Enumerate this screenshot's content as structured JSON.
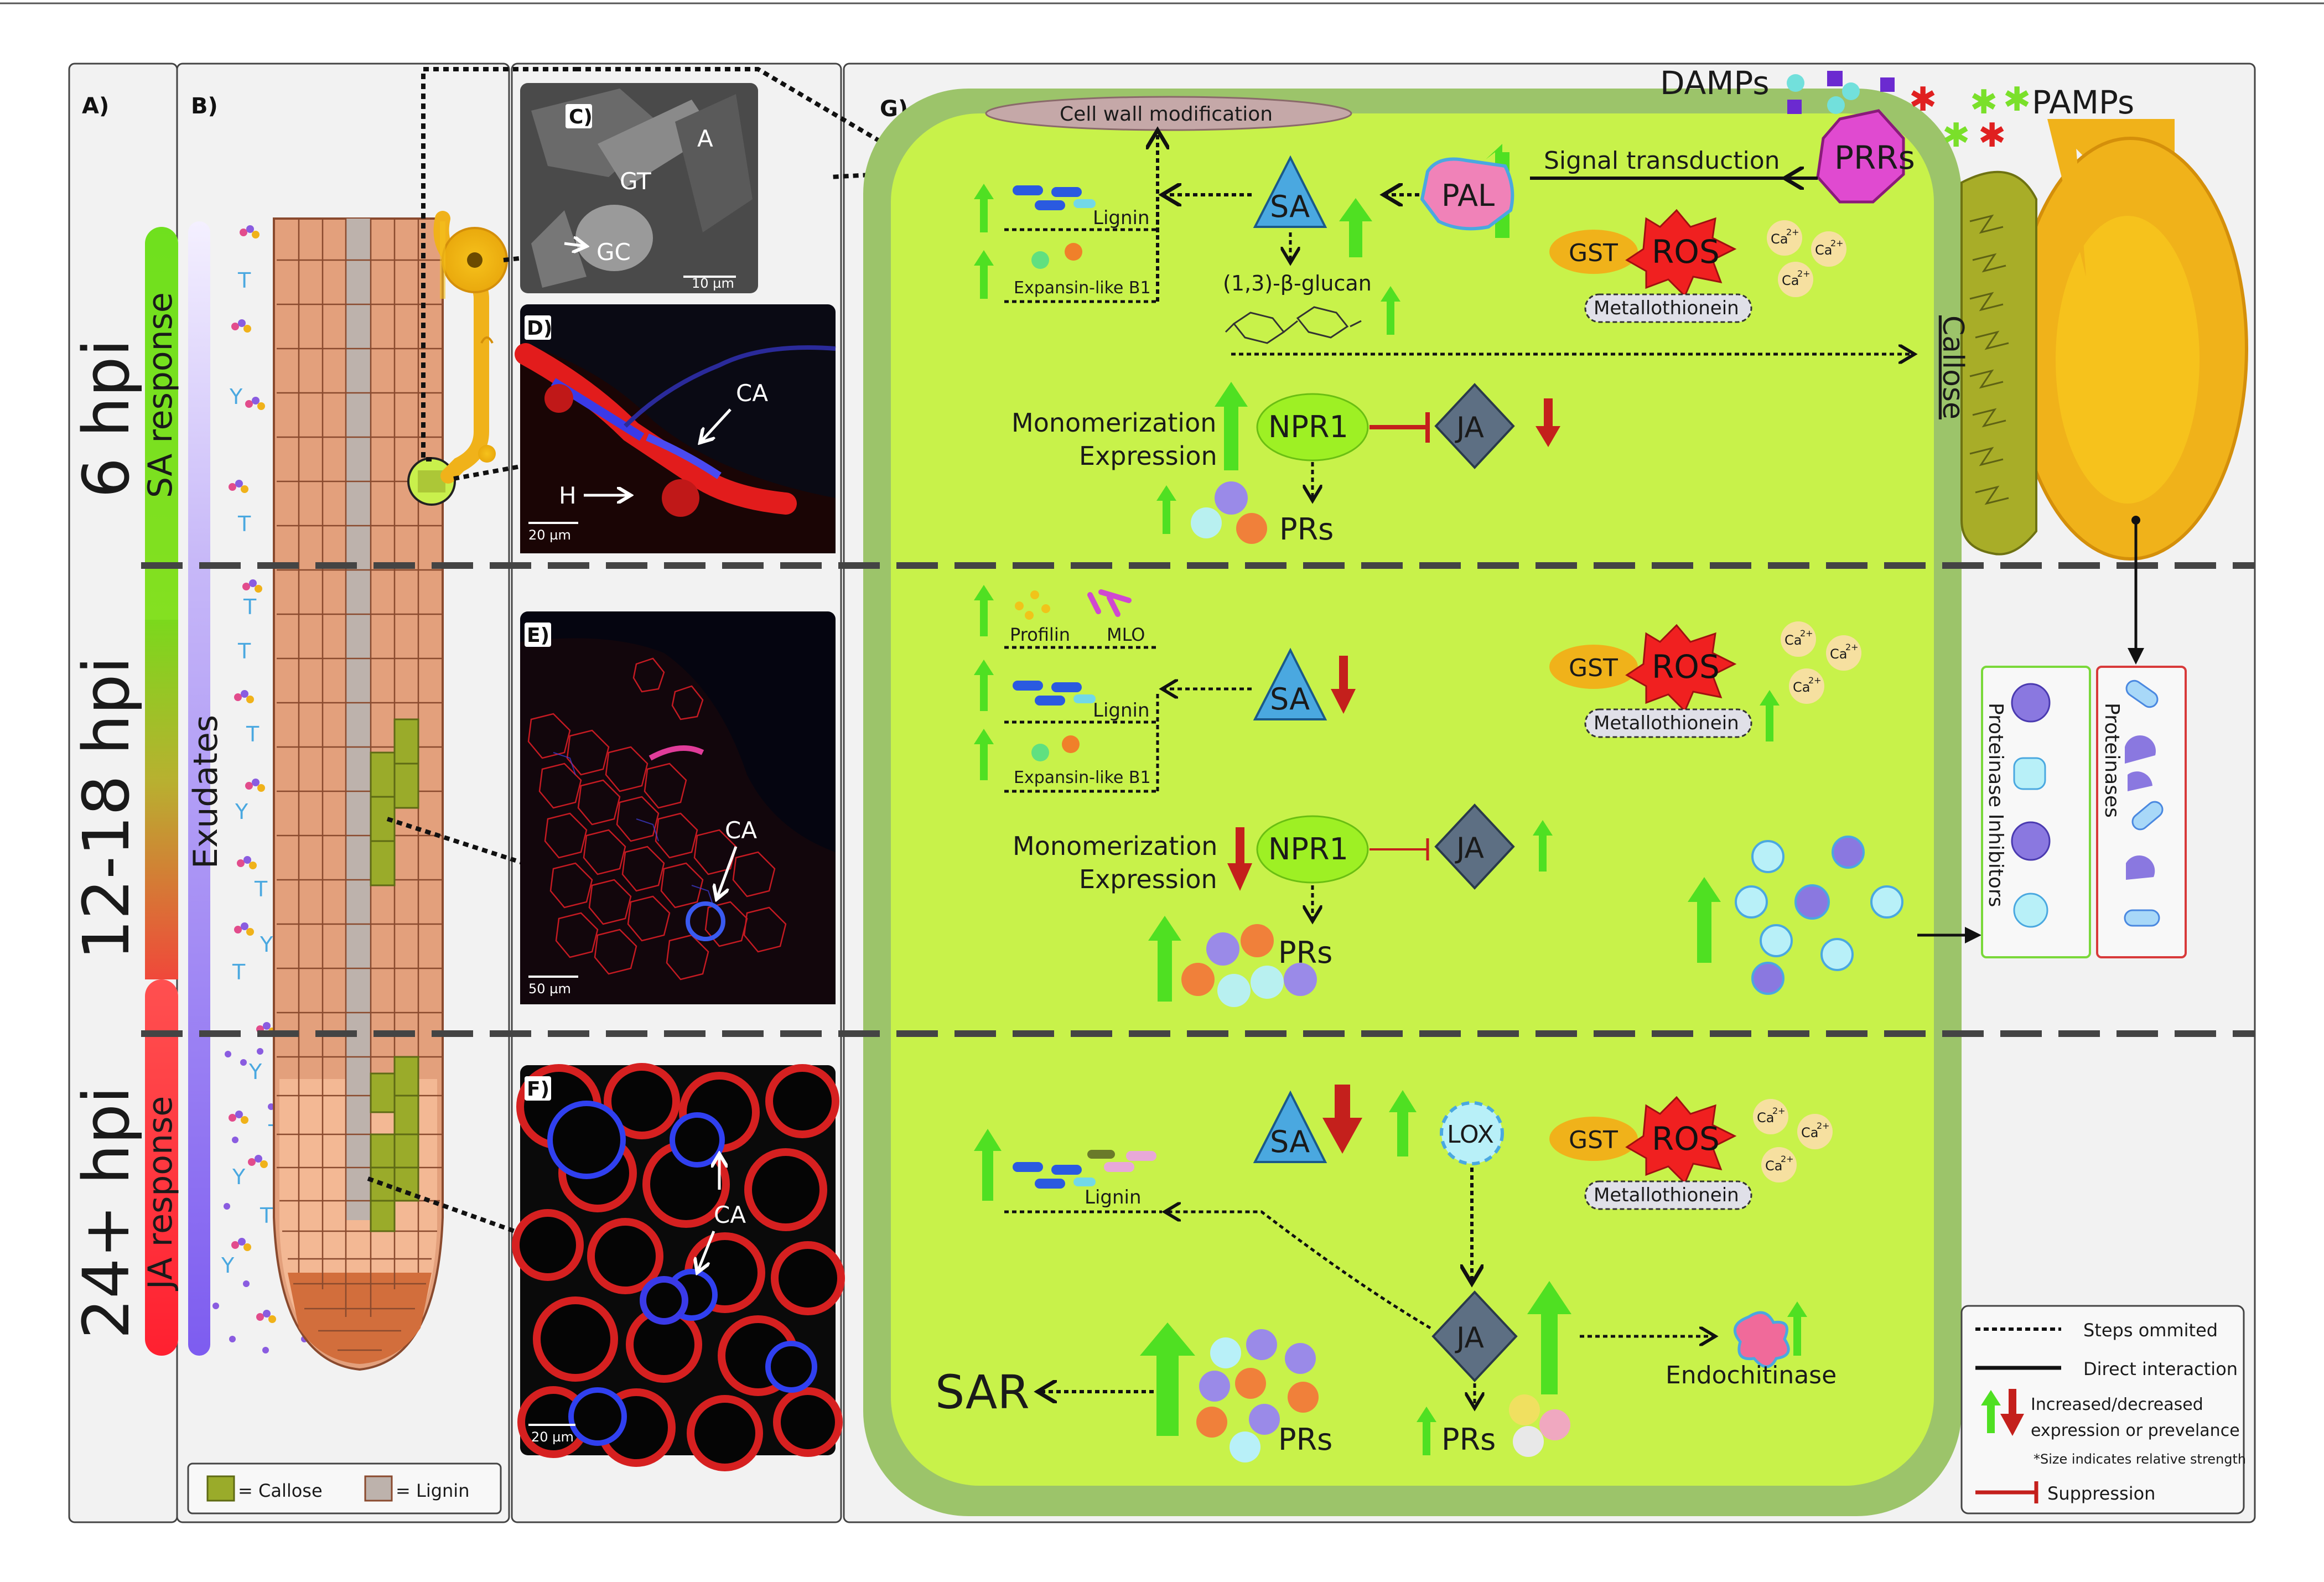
{
  "panels": {
    "a": "A)",
    "b": "B)",
    "c": "C)",
    "d": "D)",
    "e": "E)",
    "f": "F)",
    "g": "G)"
  },
  "timeline": {
    "stage1": "6 hpi",
    "stage2": "12-18 hpi",
    "stage3": "24+ hpi",
    "sa_response": "SA response",
    "ja_response": "JA response",
    "exudates": "Exudates"
  },
  "root_legend": {
    "callose": "= Callose",
    "lignin": "= Lignin"
  },
  "micro": {
    "c_a": "A",
    "c_gt": "GT",
    "c_gc": "GC",
    "c_scale": "10 µm",
    "d_ca": "CA",
    "d_h": "H",
    "d_scale": "20 µm",
    "e_ca": "CA",
    "e_scale": "50 µm",
    "f_ca": "CA",
    "f_scale": "20 µm"
  },
  "cell": {
    "damps": "DAMPs",
    "pamps": "PAMPs",
    "prrs": "PRRs",
    "cell_wall_mod": "Cell wall modification",
    "signal_transduction": "Signal transduction",
    "pal": "PAL",
    "sa": "SA",
    "npr1": "NPR1",
    "ja": "JA",
    "lox": "LOX",
    "gst": "GST",
    "ros": "ROS",
    "metallothionein": "Metallothionein",
    "lignin": "Lignin",
    "expansin": "Expansin-like B1",
    "profilin": "Profilin",
    "mlo": "MLO",
    "glucan": "(1,3)-β-glucan",
    "callose": "Callose",
    "monomerization": "Monomerization",
    "expression": "Expression",
    "prs": "PRs",
    "sar": "SAR",
    "endochitinase": "Endochitinase",
    "proteinases": "Proteinases",
    "proteinase_inhibitors": "Proteinase Inhibitors",
    "ca": "Ca",
    "ca_sup": "2+"
  },
  "legend": {
    "steps_omitted": "Steps ommited",
    "direct_interaction": "Direct interaction",
    "increased_decreased": "Increased/decreased",
    "expression_prevalence": "expression or prevelance",
    "size_note": "*Size indicates relative strength",
    "suppression": "Suppression"
  },
  "colors": {
    "cell_fill": "#c8f24a",
    "cell_wall": "#9cc46a",
    "root_cell": "#e3a07c",
    "fungus": "#f0b21a",
    "up_arrow": "#4fe022",
    "down_arrow": "#c4201c",
    "sa_node": "#4aa8e0",
    "ja_node": "#5d6f83",
    "ros": "#f02020",
    "prrs": "#e04ad0"
  }
}
